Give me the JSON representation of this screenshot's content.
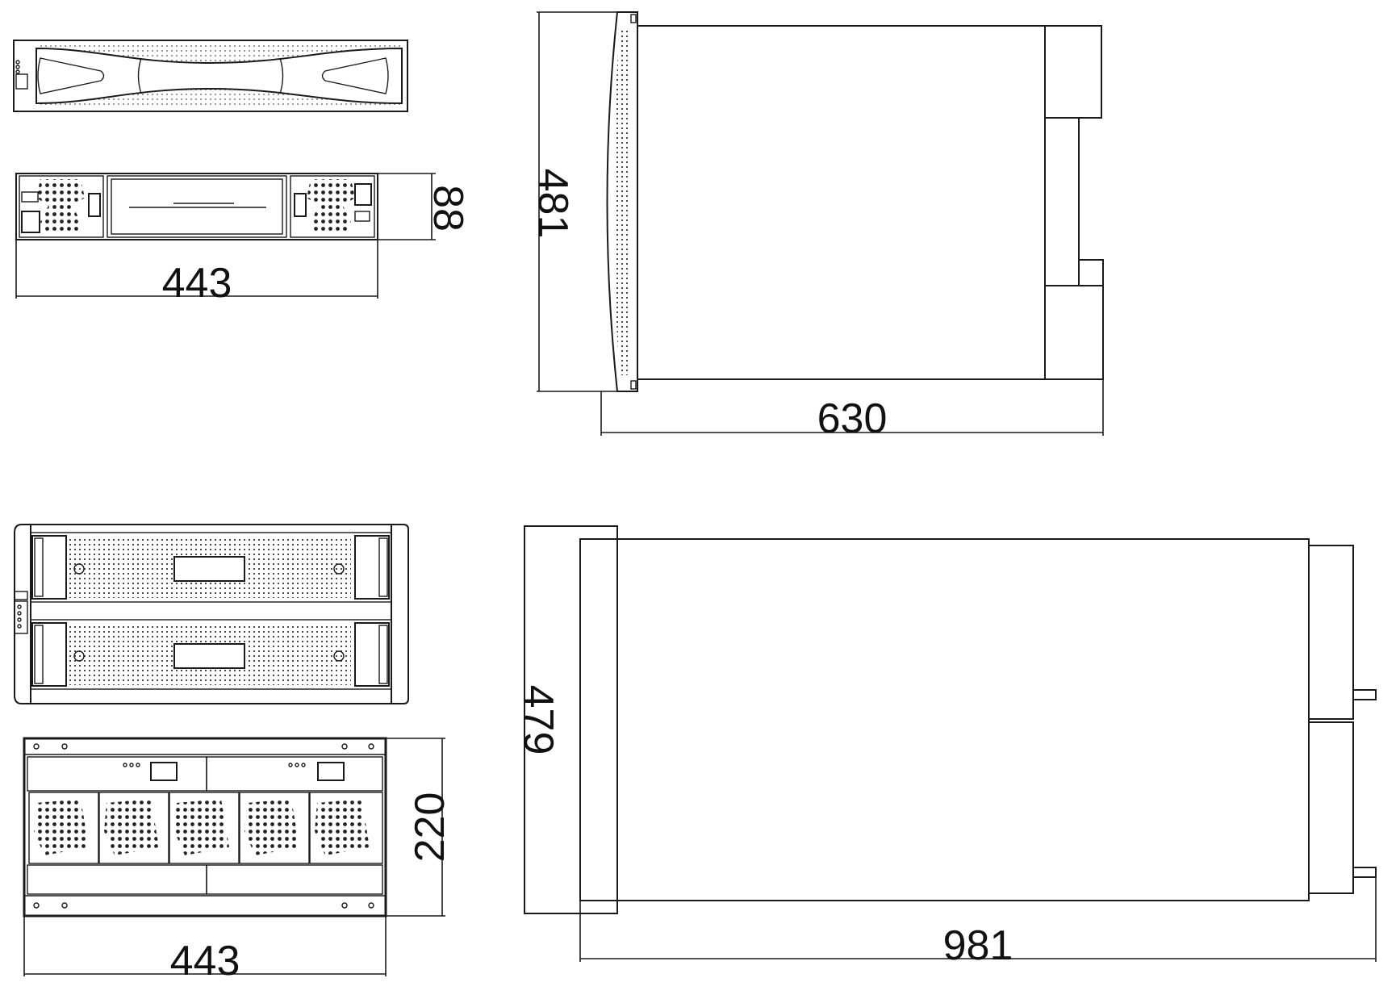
{
  "views": {
    "top_small": {
      "front": "front-panel",
      "rear": "rear-panel"
    },
    "top_right": "side-view",
    "bottom_small": {
      "front": "front-panel",
      "rear": "rear-panel"
    },
    "bottom_right": "side-view"
  },
  "dimensions": {
    "small_height": "88",
    "small_width": "443",
    "small_side_height": "481",
    "small_depth": "630",
    "large_front_width": "443",
    "large_height": "220",
    "large_side_height": "479",
    "large_depth": "981"
  },
  "icons": [
    "vent-grid-icon",
    "handle-icon",
    "fan-grille-icon",
    "led-indicator-icon"
  ],
  "colors": {
    "line": "#1a1a1a",
    "background": "#ffffff"
  }
}
